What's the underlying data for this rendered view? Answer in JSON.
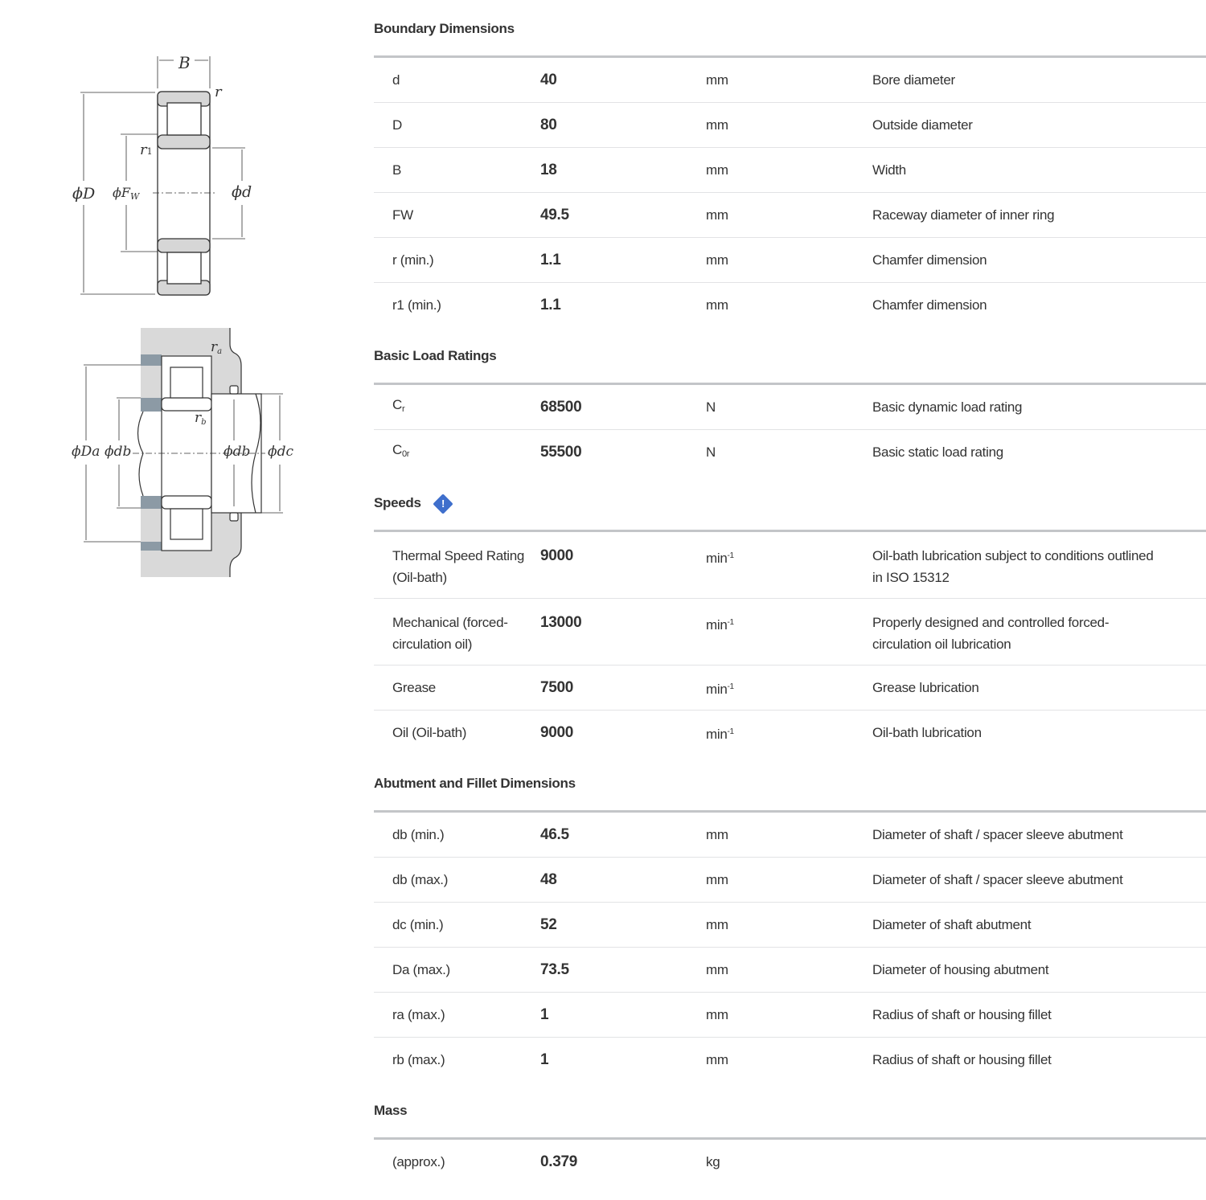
{
  "diagram_labels": {
    "top": {
      "B": "B",
      "r": "r",
      "r1": "r",
      "r1_sub": "1",
      "D": "ϕD",
      "Fw": "ϕF",
      "Fw_sub": "W",
      "d": "ϕd"
    },
    "bottom": {
      "ra": "r",
      "ra_sub": "a",
      "rb": "r",
      "rb_sub": "b",
      "Da": "ϕDa",
      "db_left": "ϕdb",
      "db_right": "ϕdb",
      "dc": "ϕdc"
    }
  },
  "sections": [
    {
      "title": "Boundary Dimensions",
      "rows": [
        {
          "label": "d",
          "value": "40",
          "unit": "mm",
          "desc": "Bore diameter"
        },
        {
          "label": "D",
          "value": "80",
          "unit": "mm",
          "desc": "Outside diameter"
        },
        {
          "label": "B",
          "value": "18",
          "unit": "mm",
          "desc": "Width"
        },
        {
          "label": "FW",
          "value": "49.5",
          "unit": "mm",
          "desc": "Raceway diameter of inner ring"
        },
        {
          "label": "r (min.)",
          "value": "1.1",
          "unit": "mm",
          "desc": "Chamfer dimension"
        },
        {
          "label": "r1 (min.)",
          "value": "1.1",
          "unit": "mm",
          "desc": "Chamfer dimension"
        }
      ]
    },
    {
      "title": "Basic Load Ratings",
      "rows": [
        {
          "label": "C",
          "label_sub": "r",
          "value": "68500",
          "unit": "N",
          "desc": "Basic dynamic load rating"
        },
        {
          "label": "C",
          "label_sub": "0r",
          "value": "55500",
          "unit": "N",
          "desc": "Basic static load rating"
        }
      ]
    },
    {
      "title": "Speeds",
      "info_icon": "!",
      "rows": [
        {
          "label": "Thermal Speed Rating (Oil-bath)",
          "value": "9000",
          "unit": "min",
          "unit_sup": "-1",
          "desc": "Oil-bath lubrication subject to conditions outlined in ISO 15312",
          "tall": true
        },
        {
          "label": "Mechanical (forced-circulation oil)",
          "value": "13000",
          "unit": "min",
          "unit_sup": "-1",
          "desc": "Properly designed and controlled forced-circulation oil lubrication",
          "tall": true
        },
        {
          "label": "Grease",
          "value": "7500",
          "unit": "min",
          "unit_sup": "-1",
          "desc": "Grease lubrication"
        },
        {
          "label": "Oil (Oil-bath)",
          "value": "9000",
          "unit": "min",
          "unit_sup": "-1",
          "desc": "Oil-bath lubrication"
        }
      ]
    },
    {
      "title": "Abutment and Fillet Dimensions",
      "rows": [
        {
          "label": "db (min.)",
          "value": "46.5",
          "unit": "mm",
          "desc": "Diameter of shaft / spacer sleeve abutment"
        },
        {
          "label": "db (max.)",
          "value": "48",
          "unit": "mm",
          "desc": "Diameter of shaft / spacer sleeve abutment"
        },
        {
          "label": "dc (min.)",
          "value": "52",
          "unit": "mm",
          "desc": "Diameter of shaft abutment"
        },
        {
          "label": "Da (max.)",
          "value": "73.5",
          "unit": "mm",
          "desc": "Diameter of housing abutment"
        },
        {
          "label": "ra (max.)",
          "value": "1",
          "unit": "mm",
          "desc": "Radius of shaft or housing fillet"
        },
        {
          "label": "rb (max.)",
          "value": "1",
          "unit": "mm",
          "desc": "Radius of shaft or housing fillet"
        }
      ]
    },
    {
      "title": "Mass",
      "rows": [
        {
          "label": "(approx.)",
          "value": "0.379",
          "unit": "kg",
          "desc": ""
        }
      ]
    }
  ]
}
